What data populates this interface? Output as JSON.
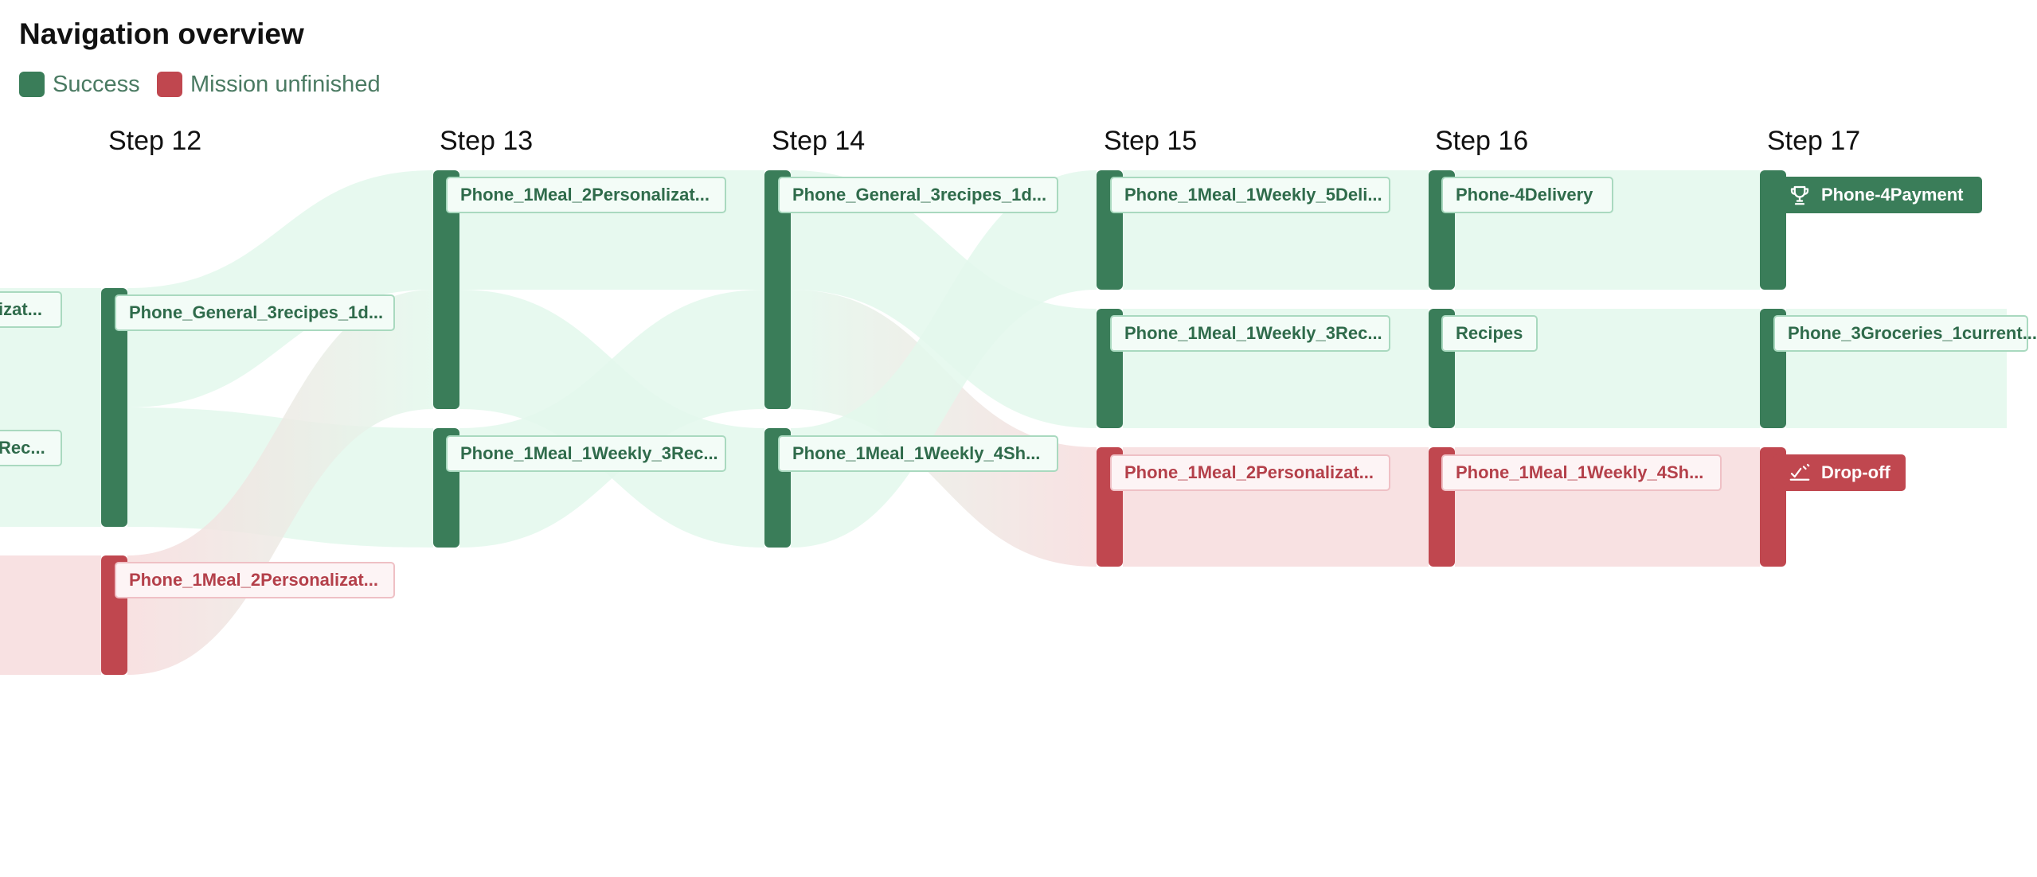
{
  "title": "Navigation overview",
  "legend": [
    {
      "label": "Success",
      "color": "#3a7d59"
    },
    {
      "label": "Mission unfinished",
      "color": "#c0474f"
    }
  ],
  "steps": [
    "Step 12",
    "Step 13",
    "Step 14",
    "Step 15",
    "Step 16",
    "Step 17"
  ],
  "nodes": {
    "partial_a": {
      "label": "izat...",
      "status": "success"
    },
    "partial_b": {
      "label": "Rec...",
      "status": "success"
    },
    "s12_a": {
      "label": "Phone_General_3recipes_1d...",
      "status": "success"
    },
    "s12_b": {
      "label": "Phone_1Meal_2Personalizat...",
      "status": "fail"
    },
    "s13_a": {
      "label": "Phone_1Meal_2Personalizat...",
      "status": "success"
    },
    "s13_b": {
      "label": "Phone_1Meal_1Weekly_3Rec...",
      "status": "success"
    },
    "s14_a": {
      "label": "Phone_General_3recipes_1d...",
      "status": "success"
    },
    "s14_b": {
      "label": "Phone_1Meal_1Weekly_4Sh...",
      "status": "success"
    },
    "s15_a": {
      "label": "Phone_1Meal_1Weekly_5Deli...",
      "status": "success"
    },
    "s15_b": {
      "label": "Phone_1Meal_1Weekly_3Rec...",
      "status": "success"
    },
    "s15_c": {
      "label": "Phone_1Meal_2Personalizat...",
      "status": "fail"
    },
    "s16_a": {
      "label": "Phone-4Delivery",
      "status": "success"
    },
    "s16_b": {
      "label": "Recipes",
      "status": "success"
    },
    "s16_c": {
      "label": "Phone_1Meal_1Weekly_4Sh...",
      "status": "fail"
    },
    "s17_a": {
      "label": "Phone-4Payment",
      "status": "success",
      "icon": "trophy-icon"
    },
    "s17_b": {
      "label": "Phone_3Groceries_1current...",
      "status": "success"
    },
    "s17_c": {
      "label": "Drop-off",
      "status": "fail",
      "icon": "drop-off-icon"
    }
  }
}
